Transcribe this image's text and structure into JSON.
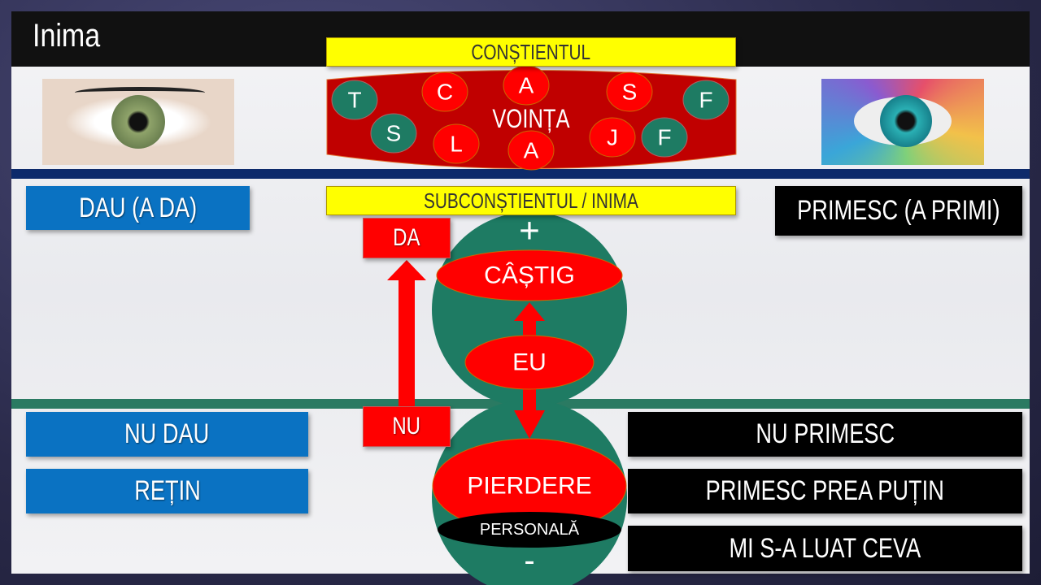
{
  "title": "Inima",
  "constient": "CONȘTIENTUL",
  "subconstient": "SUBCONȘTIENTUL / INIMA",
  "vointa": {
    "label": "VOINȚA",
    "letters": [
      "T",
      "S",
      "C",
      "L",
      "A",
      "A",
      "S",
      "J",
      "F",
      "F"
    ]
  },
  "left_top": "DAU (A DA)",
  "right_top": "PRIMESC (A PRIMI)",
  "da": "DA",
  "nu": "NU",
  "plus": "+",
  "minus": "-",
  "castig": "CÂȘTIG",
  "eu": "EU",
  "pierdere": "PIERDERE",
  "personala": "PERSONALĂ",
  "left_bottom": [
    "NU DAU",
    "REȚIN"
  ],
  "right_bottom": [
    "NU PRIMESC",
    "PRIMESC PREA PUȚIN",
    "MI S-A LUAT CEVA"
  ],
  "colors": {
    "red": "#ff0000",
    "green": "#1e7b63",
    "blue": "#0a72c2",
    "yellow": "#ffff00",
    "navy": "#0d2a6b"
  }
}
